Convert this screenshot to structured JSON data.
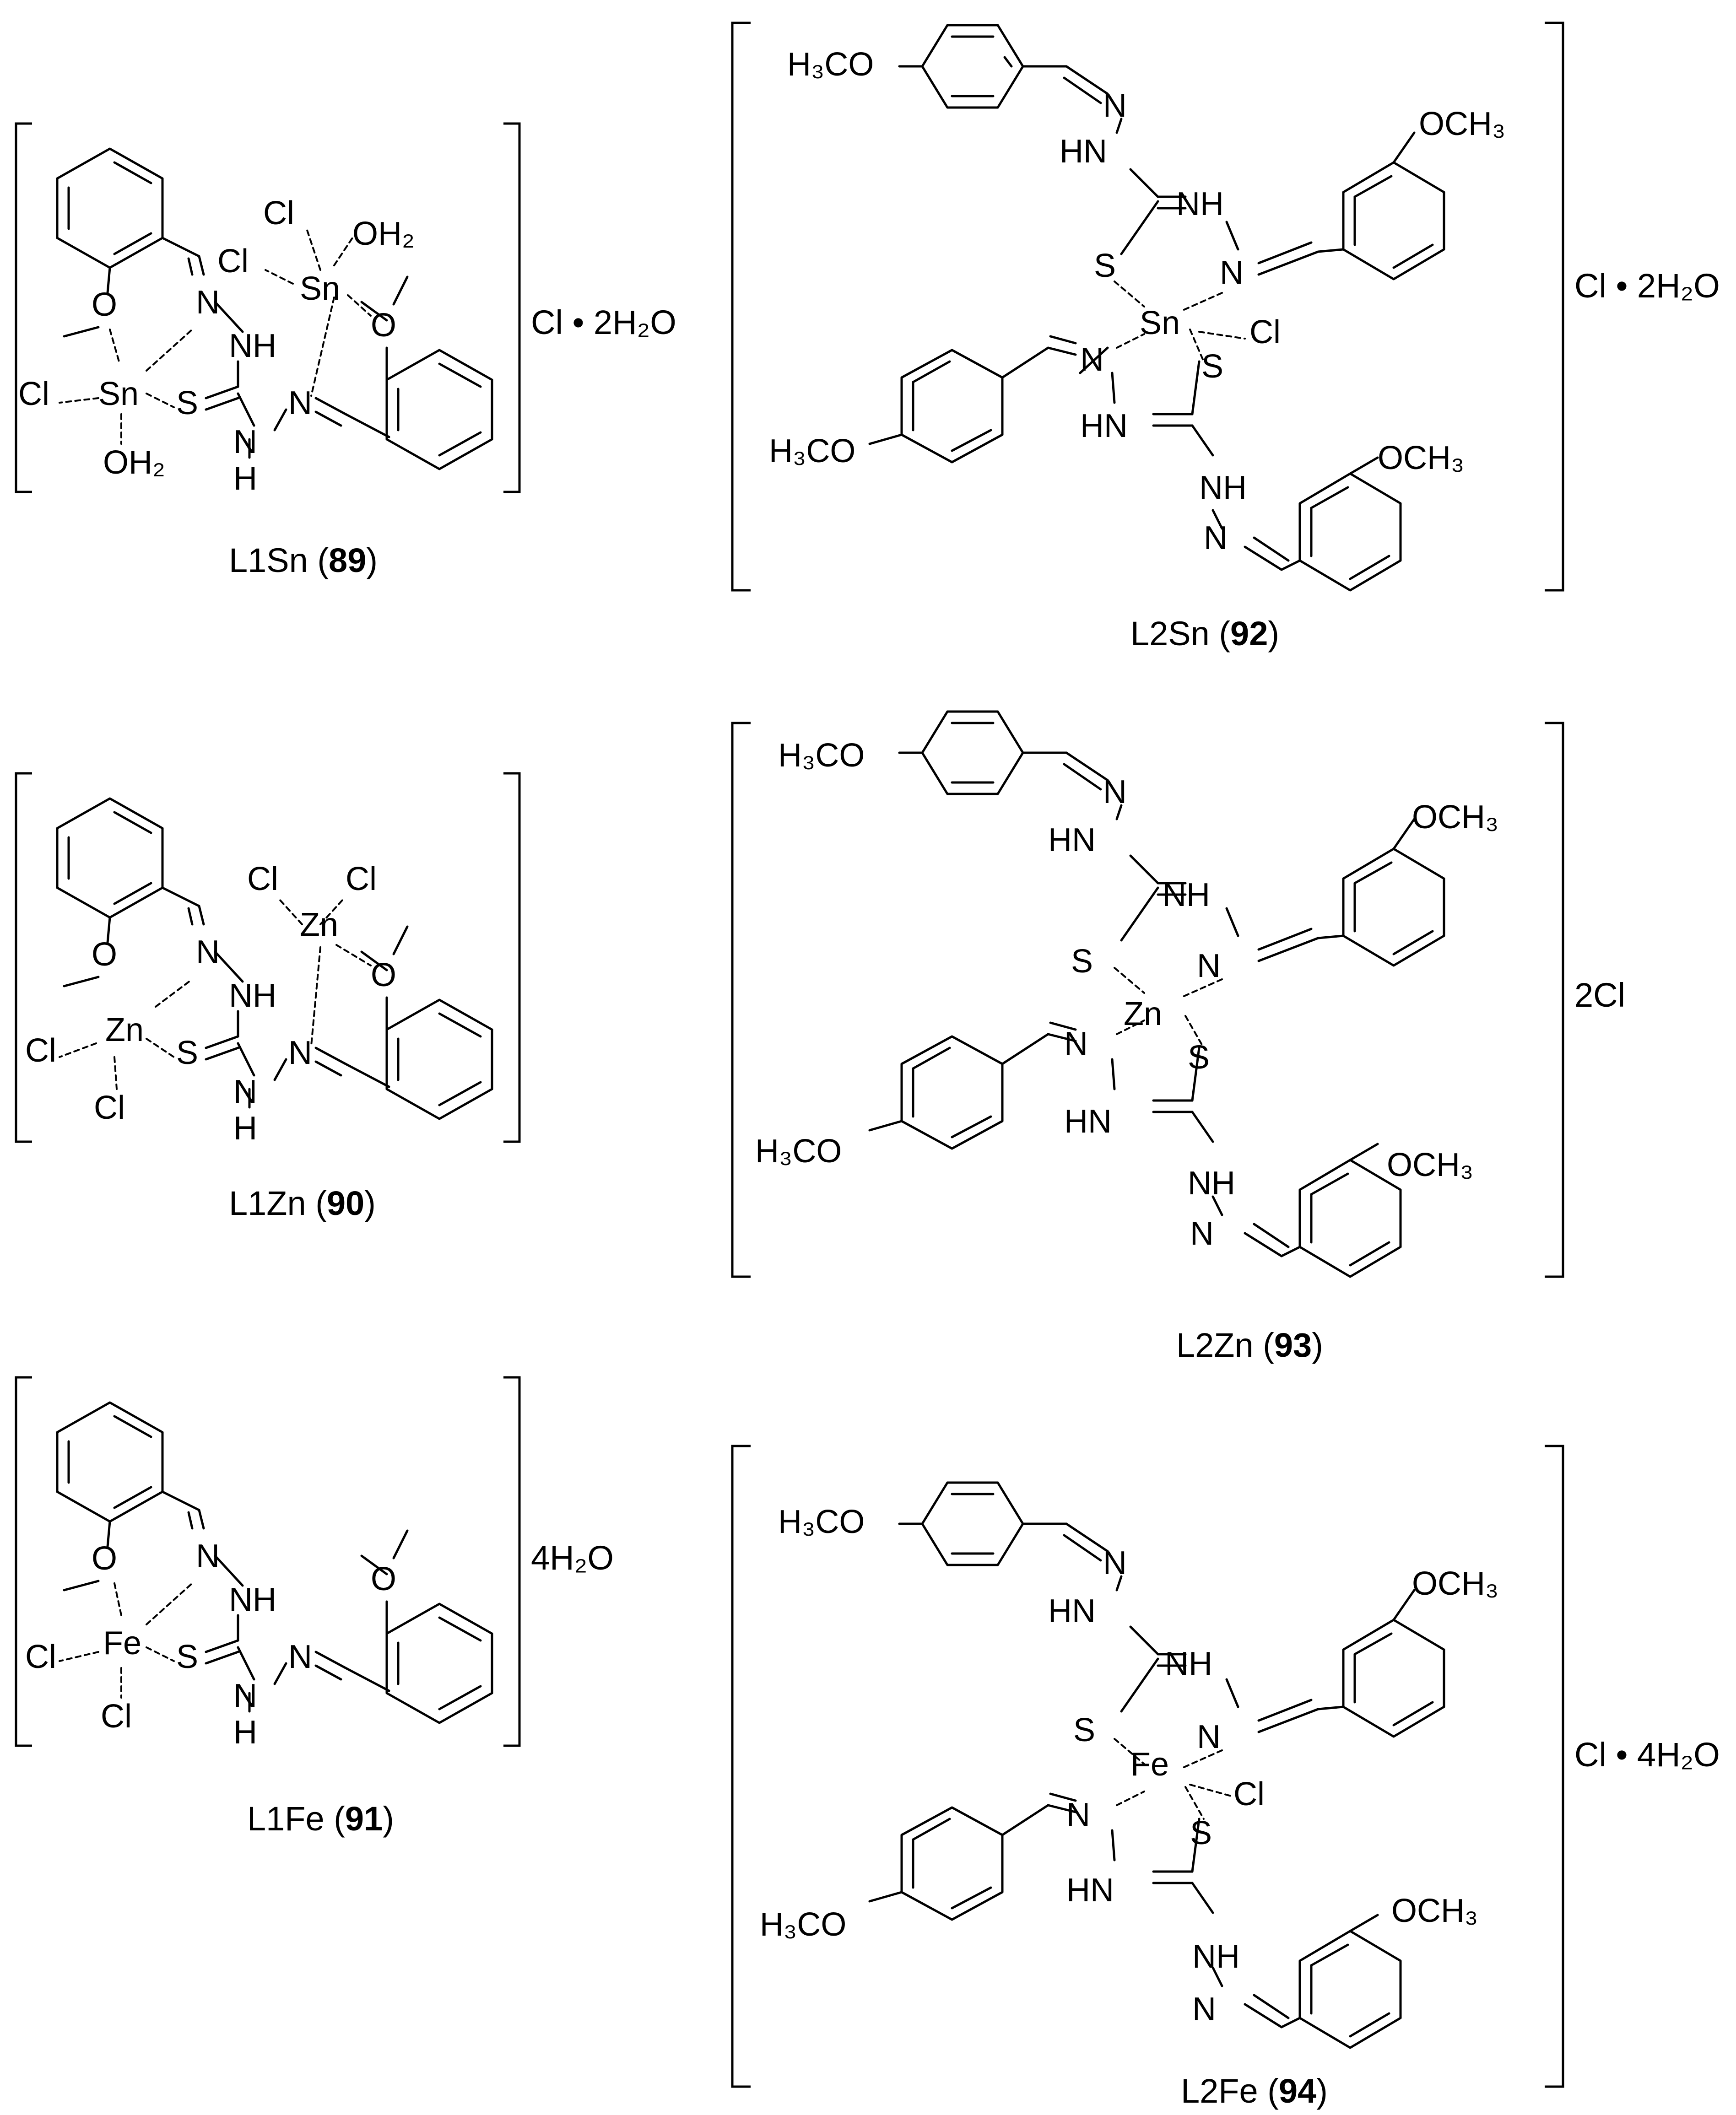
{
  "atoms": {
    "H3CO": "H₃CO",
    "OCH3": "OCH₃",
    "O": "O",
    "N": "N",
    "NH": "NH",
    "HN": "HN",
    "H": "H",
    "S": "S",
    "Cl": "Cl",
    "OH2": "OH₂",
    "Sn": "Sn",
    "Zn": "Zn",
    "Fe": "Fe"
  },
  "compounds": [
    {
      "id": "L1Sn",
      "name": "L1Sn",
      "number": "89",
      "counterion": "Cl • 2H₂O"
    },
    {
      "id": "L1Zn",
      "name": "L1Zn",
      "number": "90",
      "counterion": ""
    },
    {
      "id": "L1Fe",
      "name": "L1Fe",
      "number": "91",
      "counterion": "4H₂O"
    },
    {
      "id": "L2Sn",
      "name": "L2Sn",
      "number": "92",
      "counterion": "Cl • 2H₂O"
    },
    {
      "id": "L2Zn",
      "name": "L2Zn",
      "number": "93",
      "counterion": "2Cl"
    },
    {
      "id": "L2Fe",
      "name": "L2Fe",
      "number": "94",
      "counterion": "Cl • 4H₂O"
    }
  ],
  "caption_parens": {
    "open": "(",
    "close": ")"
  }
}
